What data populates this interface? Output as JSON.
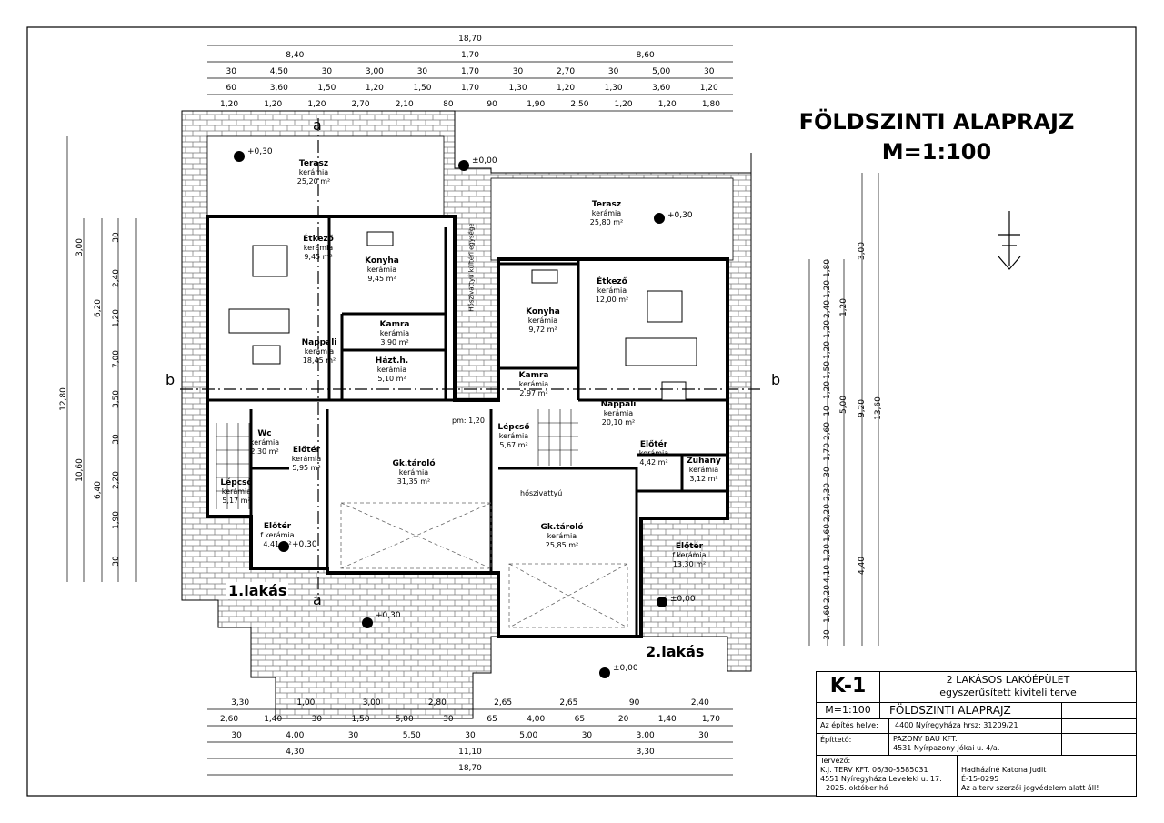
{
  "sheet": {
    "title": "FÖLDSZINTI ALAPRAJZ",
    "scale": "M=1:100"
  },
  "units": {
    "unit1": "1.lakás",
    "unit2": "2.lakás"
  },
  "section_marks": {
    "a": "a",
    "b": "b"
  },
  "rooms": [
    {
      "id": "terasz1",
      "name": "Terasz",
      "floor": "kerámia",
      "area": "25,20 m²"
    },
    {
      "id": "etkezo1",
      "name": "Étkező",
      "floor": "kerámia",
      "area": "9,45 m²"
    },
    {
      "id": "konyha1",
      "name": "Konyha",
      "floor": "kerámia",
      "area": "9,45 m²"
    },
    {
      "id": "nappali1",
      "name": "Nappali",
      "floor": "kerámia",
      "area": "18,45 m²"
    },
    {
      "id": "kamra1",
      "name": "Kamra",
      "floor": "kerámia",
      "area": "3,90 m²"
    },
    {
      "id": "haztb",
      "name": "Házt.h.",
      "floor": "kerámia",
      "area": "5,10 m²"
    },
    {
      "id": "wc1",
      "name": "Wc",
      "floor": "kerámia",
      "area": "2,30 m²"
    },
    {
      "id": "eloter1",
      "name": "Előtér",
      "floor": "kerámia",
      "area": "5,95 m²"
    },
    {
      "id": "lepcso1",
      "name": "Lépcső",
      "floor": "kerámia",
      "area": "5,17 m²"
    },
    {
      "id": "eloter1b",
      "name": "Előtér",
      "floor": "f.kerámia",
      "area": "4,41 m²"
    },
    {
      "id": "gktarolo1",
      "name": "Gk.tároló",
      "floor": "kerámia",
      "area": "31,35 m²"
    },
    {
      "id": "terasz2",
      "name": "Terasz",
      "floor": "kerámia",
      "area": "25,80 m²"
    },
    {
      "id": "etkezo2",
      "name": "Étkező",
      "floor": "kerámia",
      "area": "12,00 m²"
    },
    {
      "id": "konyha2",
      "name": "Konyha",
      "floor": "kerámia",
      "area": "9,72 m²"
    },
    {
      "id": "kamra2",
      "name": "Kamra",
      "floor": "kerámia",
      "area": "2,97 m²"
    },
    {
      "id": "nappali2",
      "name": "Nappali",
      "floor": "kerámia",
      "area": "20,10 m²"
    },
    {
      "id": "lepcso2",
      "name": "Lépcső",
      "floor": "kerámia",
      "area": "5,67 m²"
    },
    {
      "id": "eloter2",
      "name": "Előtér",
      "floor": "kerámia",
      "area": "4,42 m²"
    },
    {
      "id": "zuhany2",
      "name": "Zuhany",
      "floor": "kerámia",
      "area": "3,12 m²"
    },
    {
      "id": "gktarolo2",
      "name": "Gk.tároló",
      "floor": "kerámia",
      "area": "25,85 m²"
    },
    {
      "id": "eloter2b",
      "name": "Előtér",
      "floor": "f.kerámia",
      "area": "13,30 m²"
    }
  ],
  "levels": [
    "+0,30",
    "±0,00",
    "+0,30",
    "+0,30",
    "+0,30",
    "±0,00",
    "±0,00"
  ],
  "annotations": {
    "hoszivattyu": "hőszivattyú",
    "hoszivattyu_kulteri": "Hőszivattyú kültéri egysége",
    "pm_120": "pm: 1,20"
  },
  "dims": {
    "top_total": "18,70",
    "top_r1": [
      "8,40",
      "1,70",
      "8,60"
    ],
    "top_r2": [
      "30",
      "4,50",
      "30",
      "3,00",
      "30",
      "1,70",
      "30",
      "2,70",
      "30",
      "5,00",
      "30"
    ],
    "top_r3": [
      "60",
      "3,60",
      "1,50",
      "1,20",
      "1,50",
      "1,70",
      "1,30",
      "1,20",
      "1,30",
      "3,60",
      "1,20"
    ],
    "top_r4": [
      "1,20",
      "1,20",
      "1,20",
      "2,70",
      "2,10",
      "80",
      "90",
      "1,90",
      "2,50",
      "1,20",
      "1,20",
      "1,80"
    ],
    "bot_r1": [
      "3,30",
      "1,00",
      "3,00",
      "2,80",
      "2,65",
      "2,65",
      "90",
      "2,40"
    ],
    "bot_r2": [
      "2,60",
      "1,40",
      "30",
      "1,50",
      "5,00",
      "30",
      "65",
      "4,00",
      "65",
      "20",
      "1,40",
      "1,70"
    ],
    "bot_r3": [
      "30",
      "4,00",
      "30",
      "5,50",
      "30",
      "5,00",
      "30",
      "3,00",
      "30"
    ],
    "bot_r4": [
      "4,30",
      "11,10",
      "3,30"
    ],
    "bot_total": "18,70",
    "left_total": "12,80",
    "left_r1": [
      "3,00",
      "10,60"
    ],
    "left_r2": [
      "6,20",
      "6,40"
    ],
    "left_r3": [
      "30",
      "2,40",
      "1,20",
      "7,00",
      "3,50",
      "30",
      "2,20",
      "1,90",
      "30"
    ],
    "right_total": "13,60",
    "right_r1": [
      "3,00",
      "9,20",
      "4,40"
    ],
    "right_r2": [
      "1,20",
      "5,00"
    ],
    "right_r3": [
      "1,80",
      "1,20",
      "2,40",
      "1,20",
      "1,20",
      "1,50",
      "1,20",
      "10",
      "2,60",
      "1,70",
      "30",
      "2,30",
      "2,20",
      "1,60",
      "1,20",
      "4,10",
      "2,20",
      "1,60",
      "30"
    ]
  },
  "title_block": {
    "sheet_no": "K-1",
    "project_line1": "2 LAKÁSOS LAKÓÉPÜLET",
    "project_line2": "egyszerűsített kiviteli terve",
    "scale": "M=1:100",
    "drawing": "FÖLDSZINTI ALAPRAJZ",
    "site_label": "Az építés helye:",
    "site_value": "4400 Nyíregyháza  hrsz: 31209/21",
    "builder_label": "Építtető:",
    "builder_name": "PAZONY BAU KFT.",
    "builder_addr": "4531 Nyírpazony Jókai u. 4/a.",
    "designer_label": "Tervező:",
    "designer_name": "K.J. TERV KFT.  06/30-5585031",
    "designer_addr": "4551 Nyíregyháza Leveleki u. 17.",
    "date": "2025. október hó",
    "engineer_name": "Hadházíné Katona Judit",
    "engineer_id": "É-15-0295",
    "copyright": "Az a terv szerzői jogvédelem alatt áll!"
  }
}
